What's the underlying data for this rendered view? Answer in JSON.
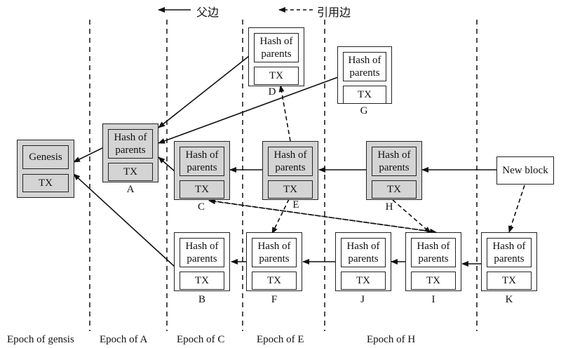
{
  "legend": {
    "parent_edge": "父边",
    "reference_edge": "引用边"
  },
  "blocks": {
    "genesis": {
      "hash": "Genesis",
      "tx": "TX"
    },
    "a": {
      "hash": "Hash of\nparents",
      "tx": "TX",
      "label": "A"
    },
    "b": {
      "hash": "Hash of\nparents",
      "tx": "TX",
      "label": "B"
    },
    "c": {
      "hash": "Hash of\nparents",
      "tx": "TX",
      "label": "C"
    },
    "d": {
      "hash": "Hash of\nparents",
      "tx": "TX",
      "label": "D"
    },
    "e": {
      "hash": "Hash of\nparents",
      "tx": "TX",
      "label": "E"
    },
    "f": {
      "hash": "Hash of\nparents",
      "tx": "TX",
      "label": "F"
    },
    "g": {
      "hash": "Hash of\nparents",
      "tx": "TX",
      "label": "G"
    },
    "h": {
      "hash": "Hash of\nparents",
      "tx": "TX",
      "label": "H"
    },
    "i": {
      "hash": "Hash of\nparents",
      "tx": "TX",
      "label": "I"
    },
    "j": {
      "hash": "Hash of\nparents",
      "tx": "TX",
      "label": "J"
    },
    "k": {
      "hash": "Hash of\nparents",
      "tx": "TX",
      "label": "K"
    }
  },
  "new_block": "New block",
  "epochs": {
    "genesis": "Epoch of gensis",
    "a": "Epoch of A",
    "c": "Epoch of C",
    "e": "Epoch of E",
    "h": "Epoch of H"
  },
  "colors": {
    "highlight_block": "#d4d4d4",
    "line": "#111111"
  }
}
